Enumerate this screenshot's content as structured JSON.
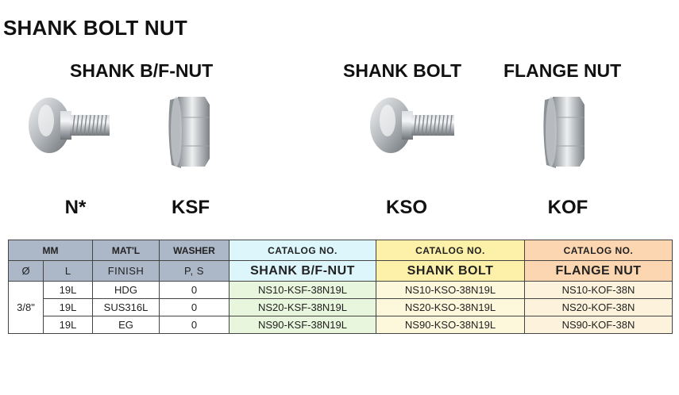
{
  "page": {
    "title": "SHANK BOLT NUT"
  },
  "groups": {
    "bfnut": {
      "label": "SHANK B/F-NUT",
      "code_left": "N*",
      "code_right": "KSF"
    },
    "bolt": {
      "label": "SHANK BOLT",
      "code": "KSO"
    },
    "nut": {
      "label": "FLANGE NUT",
      "code": "KOF"
    }
  },
  "table": {
    "headers": {
      "mm": "MM",
      "dia": "Ø",
      "len": "L",
      "matl": "MAT'L",
      "finish": "FINISH",
      "washer": "WASHER",
      "ps": "P, S",
      "catalog": "CATALOG NO.",
      "shank_bfnut": "SHANK B/F-NUT",
      "shank_bolt": "SHANK BOLT",
      "flange_nut": "FLANGE NUT"
    },
    "diameter": "3/8\"",
    "rows": [
      {
        "length": "19L",
        "finish": "HDG",
        "washer": "0",
        "bfnut": "NS10-KSF-38N19L",
        "bolt": "NS10-KSO-38N19L",
        "nut": "NS10-KOF-38N"
      },
      {
        "length": "19L",
        "finish": "SUS316L",
        "washer": "0",
        "bfnut": "NS20-KSF-38N19L",
        "bolt": "NS20-KSO-38N19L",
        "nut": "NS20-KOF-38N"
      },
      {
        "length": "19L",
        "finish": "EG",
        "washer": "0",
        "bfnut": "NS90-KSF-38N19L",
        "bolt": "NS90-KSO-38N19L",
        "nut": "NS90-KOF-38N"
      }
    ]
  }
}
